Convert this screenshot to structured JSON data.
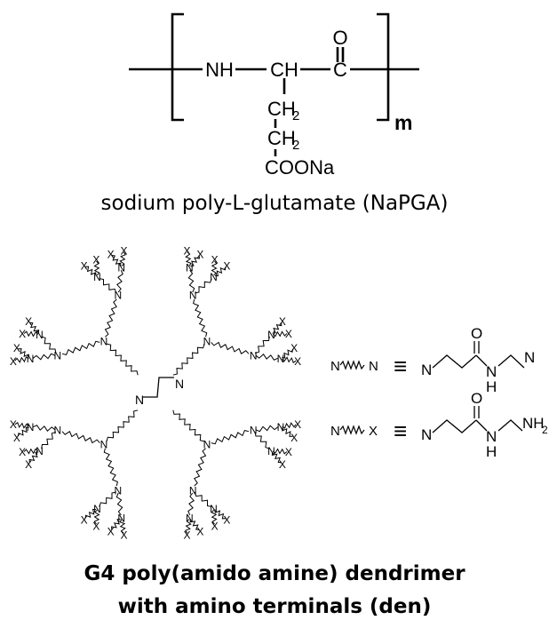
{
  "polymer": {
    "nh": "NH",
    "ch": "CH",
    "c": "C",
    "o": "O",
    "ch2_a": "CH",
    "ch2_b": "CH",
    "sub2": "2",
    "cooNa": "COONa",
    "m": "m",
    "caption": "sodium poly-L-glutamate (NaPGA)"
  },
  "dendrimer": {
    "node_label": "N",
    "terminal_label": "X",
    "caption_line1": "G4 poly(amido amine) dendrimer",
    "caption_line2": "with amino terminals (den)"
  },
  "legend": {
    "row1": {
      "left_a": "N",
      "left_b": "N",
      "equiv": "≡",
      "n1": "N",
      "o": "O",
      "nh": "N",
      "h": "H",
      "n2": "N"
    },
    "row2": {
      "left_a": "N",
      "left_b": "X",
      "equiv": "≡",
      "n1": "N",
      "o": "O",
      "nh": "N",
      "h": "H",
      "nh2": "NH",
      "sub2": "2"
    }
  }
}
